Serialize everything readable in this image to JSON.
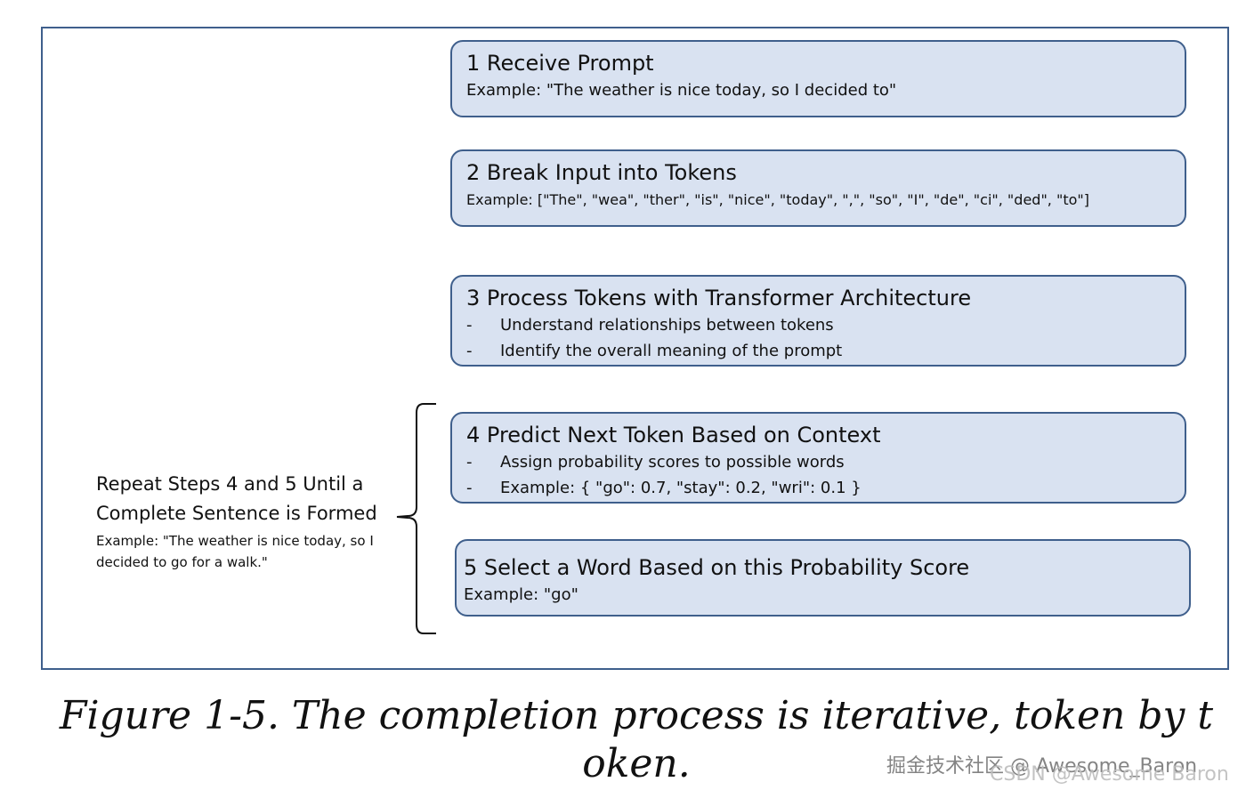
{
  "steps": [
    {
      "title": "1 Receive Prompt",
      "example": "Example: \"The weather is nice today, so I decided to\""
    },
    {
      "title": "2 Break Input into Tokens",
      "example": "Example: [\"The\", \"wea\", \"ther\", \"is\", \"nice\", \"today\", \",\", \"so\", \"I\", \"de\", \"ci\", \"ded\", \"to\"]"
    },
    {
      "title": "3 Process Tokens with Transformer Architecture",
      "bullets": [
        {
          "dash": "-",
          "text": "Understand relationships between tokens"
        },
        {
          "dash": "-",
          "text": "Identify the overall meaning of the prompt"
        }
      ]
    },
    {
      "title": "4 Predict Next Token Based on Context",
      "bullets": [
        {
          "dash": "-",
          "text": "Assign probability scores to possible words"
        },
        {
          "dash": "-",
          "text": "Example: { \"go\": 0.7, \"stay\": 0.2, \"wri\": 0.1 }"
        }
      ]
    },
    {
      "title": "5 Select a Word Based on this Probability Score",
      "example": "Example: \"go\""
    }
  ],
  "repeat_note": {
    "heading": "Repeat Steps 4 and 5 Until a Complete Sentence is Formed",
    "example": "Example: \"The weather is nice today, so I decided to go for a walk.\""
  },
  "caption": "Figure 1-5. The completion process is iterative, token by t oken.",
  "watermarks": [
    "掘金技术社区 @ Awesome_Baron",
    "CSDN @Awesome Baron"
  ],
  "colors": {
    "box_fill": "#d9e2f1",
    "box_border": "#3f5f8c",
    "frame_border": "#3f5f8c"
  }
}
